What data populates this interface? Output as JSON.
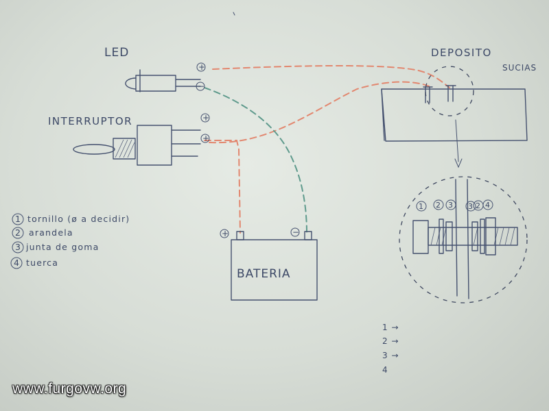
{
  "labels": {
    "led": "LED",
    "switch": "INTERRUPTOR",
    "tank": "DEPOSITO",
    "tank_sub": "SUCIAS",
    "battery": "BATERIA"
  },
  "signs": {
    "plus": "+",
    "minus": "−"
  },
  "legend": [
    {
      "num": "1",
      "text": "tornillo (ø a decidir)"
    },
    {
      "num": "2",
      "text": "arandela"
    },
    {
      "num": "3",
      "text": "junta de goma"
    },
    {
      "num": "4",
      "text": "tuerca"
    }
  ],
  "detail_numbers": [
    "1",
    "2",
    "3",
    "3",
    "2",
    "4"
  ],
  "steps": [
    "1 →",
    "2 →",
    "3 →",
    "4"
  ],
  "watermark": "www.furgovw.org",
  "colors": {
    "ink": "#44506e",
    "wire_positive": "#e2876f",
    "wire_negative": "#5e9a8c",
    "paper": "#e2e7e1"
  }
}
